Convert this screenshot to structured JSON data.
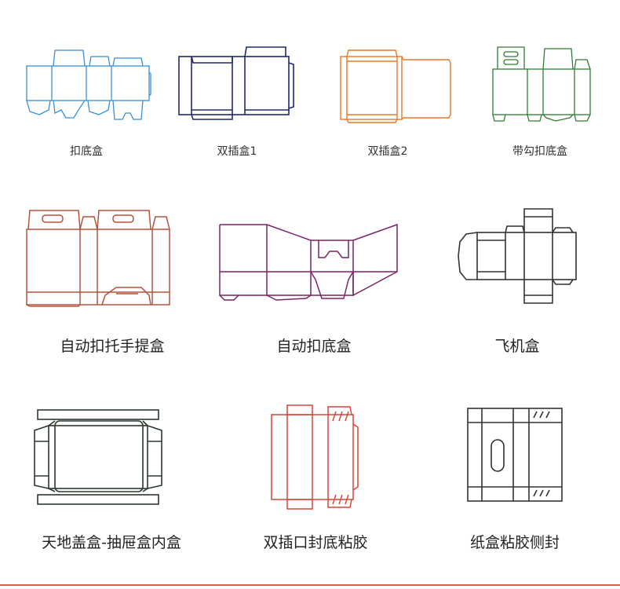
{
  "colors": {
    "koudihe": "#3a8fd8",
    "shuangcha1": "#1f2a6e",
    "shuangcha2": "#e8782a",
    "daigou": "#2e7d32",
    "zidong_tuo": "#b5533a",
    "zidong_koudi": "#7b2466",
    "feiji": "#333333",
    "tiandi": "#2b3a2f",
    "shuangcha_koufeng": "#d4473a",
    "zhihe_cefeng": "#333333",
    "bottom_rule": "#e05a4e"
  },
  "labels": {
    "koudihe": "扣底盒",
    "shuangcha1": "双插盒1",
    "shuangcha2": "双插盒2",
    "daigou": "带勾扣底盒",
    "zidong_tuo": "自动扣托手提盒",
    "zidong_koudi": "自动扣底盒",
    "feiji": "飞机盒",
    "tiandi": "天地盖盒-抽屉盒内盒",
    "shuangcha_koufeng": "双插口封底粘胶",
    "zhihe_cefeng": "纸盒粘胶侧封"
  }
}
